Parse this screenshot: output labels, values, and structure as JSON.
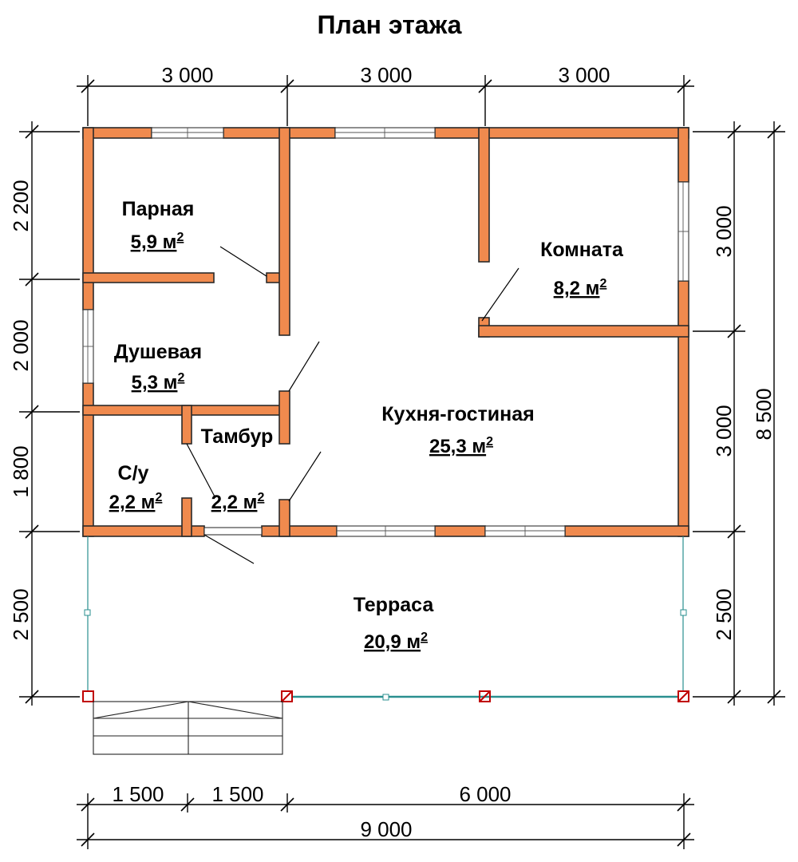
{
  "title": "План этажа",
  "rooms": [
    {
      "name": "Парная",
      "area": "5,9 м",
      "unit_power": "2"
    },
    {
      "name": "Душевая",
      "area": "5,3 м",
      "unit_power": "2"
    },
    {
      "name": "Тамбур",
      "area": "2,2 м",
      "unit_power": "2"
    },
    {
      "name": "С/у",
      "area": "2,2 м",
      "unit_power": "2"
    },
    {
      "name": "Кухня-гостиная",
      "area": "25,3 м",
      "unit_power": "2"
    },
    {
      "name": "Комната",
      "area": "8,2 м",
      "unit_power": "2"
    },
    {
      "name": "Терраса",
      "area": "20,9 м",
      "unit_power": "2"
    }
  ],
  "dimensions": {
    "top": [
      "3 000",
      "3 000",
      "3 000"
    ],
    "left": [
      "2 200",
      "2 000",
      "1 800",
      "2 500"
    ],
    "right_inner": [
      "3 000",
      "3 000",
      "2 500"
    ],
    "right_total": "8 500",
    "bottom_segments": [
      "1 500",
      "1 500",
      "6 000"
    ],
    "bottom_total": "9 000"
  },
  "colors": {
    "wall": "#f08a4e",
    "railing": "#2a8f8f",
    "post": "#c00000"
  }
}
